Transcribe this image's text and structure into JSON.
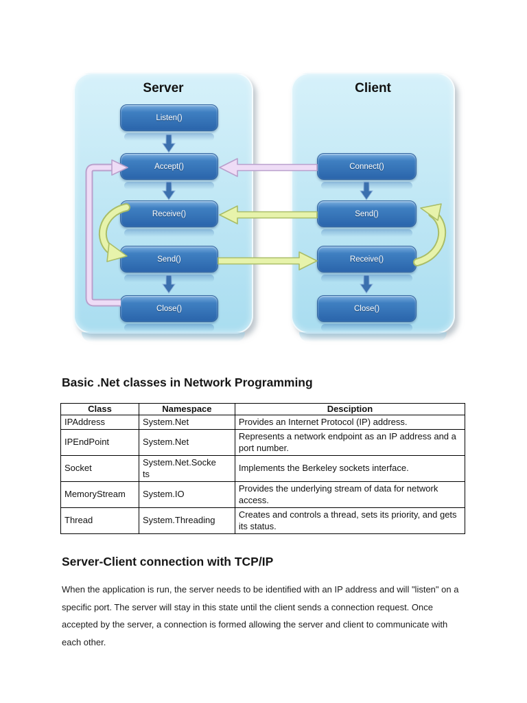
{
  "colors": {
    "panel-top": "#d6f1fa",
    "panel-bottom": "#a9ddf0",
    "node-top": "#79adde",
    "node-bottom": "#2a65ab",
    "node-text": "#ffffff",
    "arrow-blue": "#3b70ae",
    "arrow-pink-fill": "#eedcf6",
    "arrow-pink-border": "#b9a0cc",
    "arrow-green-fill": "#e7f3ab",
    "arrow-green-border": "#a9bd68"
  },
  "diagram": {
    "server": {
      "title": "Server",
      "nodes": [
        "Listen()",
        "Accept()",
        "Receive()",
        "Send()",
        "Close()"
      ]
    },
    "client": {
      "title": "Client",
      "nodes": [
        "Connect()",
        "Send()",
        "Receive()",
        "Close()"
      ]
    },
    "arrows": [
      {
        "from": "server.Listen()",
        "to": "server.Accept()",
        "style": "blue-down"
      },
      {
        "from": "server.Accept()",
        "to": "server.Receive()",
        "style": "blue-down"
      },
      {
        "from": "server.Send()",
        "to": "server.Close()",
        "style": "blue-down"
      },
      {
        "from": "client.Connect()",
        "to": "client.Send()",
        "style": "blue-down"
      },
      {
        "from": "client.Receive()",
        "to": "client.Close()",
        "style": "blue-down"
      },
      {
        "from": "client.Connect()",
        "to": "server.Accept()",
        "style": "pink-straight"
      },
      {
        "from": "server.Close()",
        "to": "server.Accept()",
        "style": "pink-loop"
      },
      {
        "from": "client.Send()",
        "to": "server.Receive()",
        "style": "green-straight"
      },
      {
        "from": "server.Send()",
        "to": "client.Receive()",
        "style": "green-straight"
      },
      {
        "from": "server.Receive()",
        "to": "server.Send()",
        "style": "green-curve"
      },
      {
        "from": "client.Receive()",
        "to": "client.Send()",
        "style": "green-curve"
      }
    ]
  },
  "section1": {
    "heading": "Basic .Net classes in Network Programming"
  },
  "table": {
    "headers": [
      "Class",
      "Namespace",
      "Desciption"
    ],
    "rows": [
      [
        "IPAddress",
        "System.Net",
        "Provides an Internet Protocol (IP) address."
      ],
      [
        "IPEndPoint",
        "System.Net",
        "Represents a network endpoint as an IP address and a port number."
      ],
      [
        "Socket",
        "System.Net.Sockets",
        "Implements the Berkeley sockets interface."
      ],
      [
        "MemoryStream",
        "System.IO",
        "Provides the underlying stream of data for network access."
      ],
      [
        "Thread",
        "System.Threading",
        "Creates and controls a thread, sets its priority, and gets its status."
      ]
    ]
  },
  "section2": {
    "heading": "Server-Client connection with TCP/IP",
    "paragraph": "When the application is run, the server needs to be identified with an IP address and will \"listen\" on a specific port. The server will stay in this state until the client sends a connection request. Once accepted by the server, a connection is formed allowing the server and client to communicate with each other."
  }
}
